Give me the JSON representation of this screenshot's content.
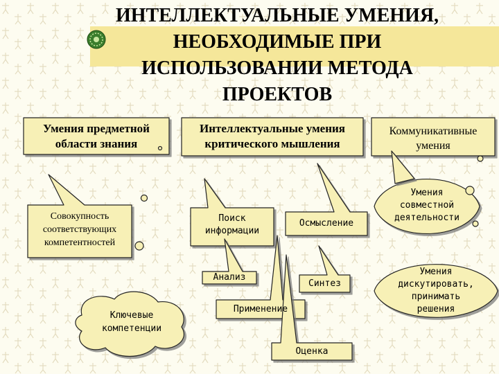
{
  "title": "ИНТЕЛЛЕКТУАЛЬНЫЕ УМЕНИЯ,\nНЕОБХОДИМЫЕ ПРИ\nИСПОЛЬЗОВАНИИ МЕТОДА\nПРОЕКТОВ",
  "columns": {
    "subject": "Умения предметной\nобласти знания",
    "critical": "Интеллектуальные умения\nкритического мышления",
    "communicative": "Коммуникативные\nумения"
  },
  "subject_items": {
    "competences_set": "Совокупность\nсоответствующих\nкомпетентностей",
    "key_competences": "Ключевые\nкомпетенции"
  },
  "critical_items": {
    "search": "Поиск\nинформации",
    "comprehension": "Осмысление",
    "analysis": "Анализ",
    "synthesis": "Синтез",
    "application": "Применение",
    "evaluation": "Оценка"
  },
  "communicative_items": {
    "joint_activity": "Умения\nсовместной\nдеятельности",
    "discussion": "Умения\nдискутировать,\nпринимать\nрешения"
  },
  "colors": {
    "callout_fill": "#f7f0b6",
    "outline": "#222222",
    "title_band": "#f5e79a",
    "background": "#fdfcf0"
  },
  "icons": {
    "title_bullet": "green-globe-bullet-icon",
    "background": "figure-pattern"
  }
}
